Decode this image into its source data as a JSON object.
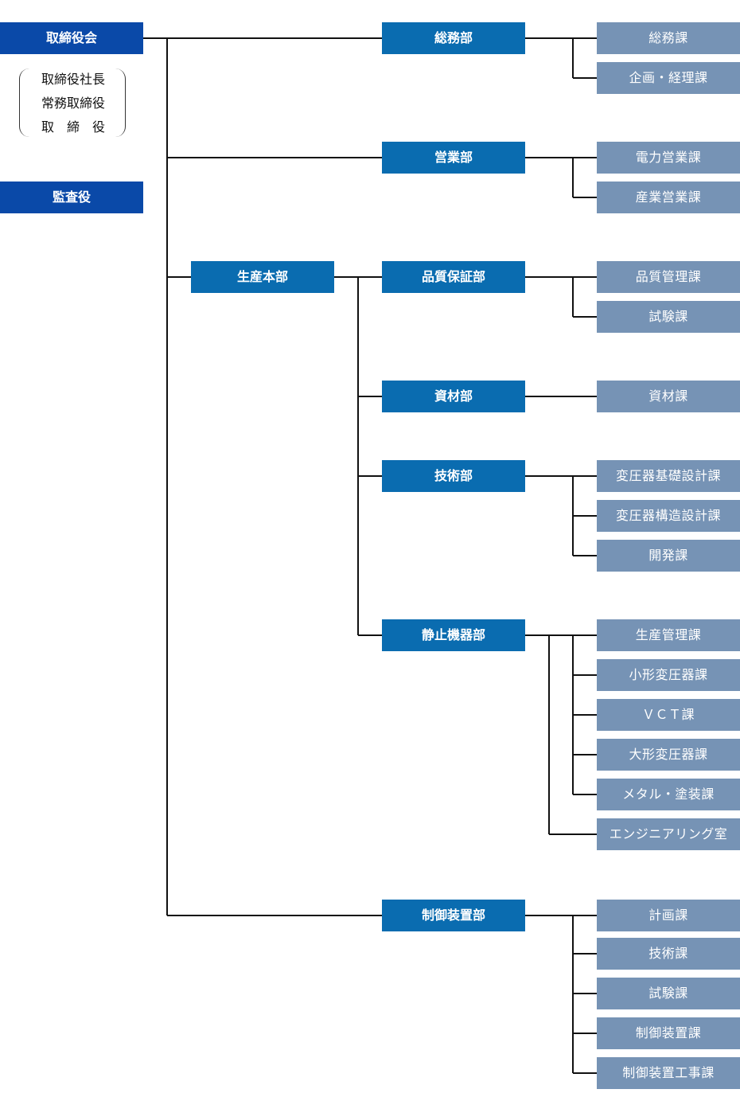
{
  "board": {
    "label": "取締役会"
  },
  "board_members": [
    "取締役社長",
    "常務取締役",
    "取　締　役"
  ],
  "auditor": {
    "label": "監査役"
  },
  "production_hq": {
    "label": "生産本部"
  },
  "departments": {
    "general_affairs": {
      "label": "総務部",
      "sections": [
        "総務課",
        "企画・経理課"
      ]
    },
    "sales": {
      "label": "営業部",
      "sections": [
        "電力営業課",
        "産業営業課"
      ]
    },
    "quality": {
      "label": "品質保証部",
      "sections": [
        "品質管理課",
        "試験課"
      ]
    },
    "materials": {
      "label": "資材部",
      "sections": [
        "資材課"
      ]
    },
    "technology": {
      "label": "技術部",
      "sections": [
        "変圧器基礎設計課",
        "変圧器構造設計課",
        "開発課"
      ]
    },
    "static_equipment": {
      "label": "静止機器部",
      "sections": [
        "生産管理課",
        "小形変圧器課",
        "ＶＣＴ課",
        "大形変圧器課",
        "メタル・塗装課",
        "エンジニアリング室"
      ]
    },
    "control_equipment": {
      "label": "制御装置部",
      "sections": [
        "計画課",
        "技術課",
        "試験課",
        "制御装置課",
        "制御装置工事課"
      ]
    }
  },
  "colors": {
    "executive": "#0a49a8",
    "department": "#0a6cb0",
    "section": "#7693b5",
    "line": "#111111"
  }
}
